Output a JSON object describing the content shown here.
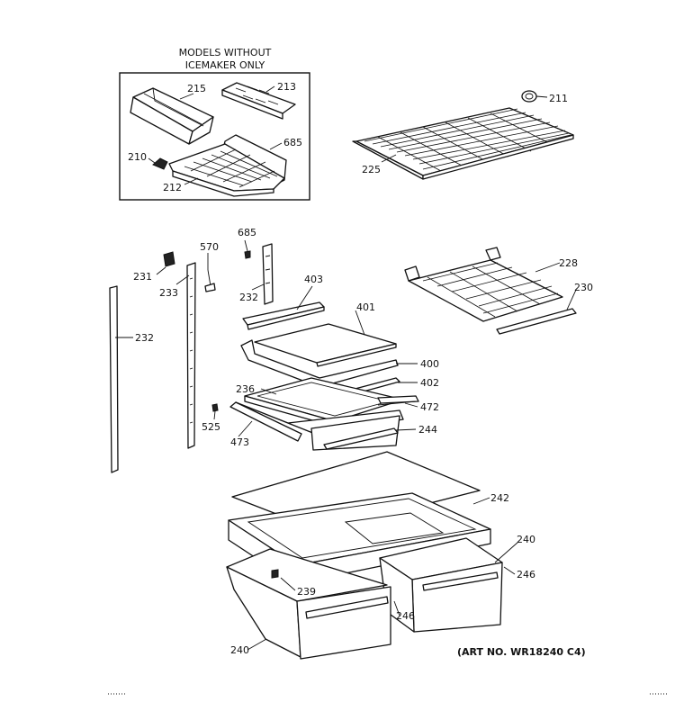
{
  "header": {
    "line1": "MODELS WITHOUT",
    "line2": "ICEMAKER ONLY"
  },
  "art_number": "(ART NO. WR18240 C4)",
  "parts": {
    "p215": "215",
    "p213": "213",
    "p685_box": "685",
    "p210": "210",
    "p212": "212",
    "p211": "211",
    "p225": "225",
    "p685": "685",
    "p570": "570",
    "p231": "231",
    "p233": "233",
    "p232_upper": "232",
    "p232_left": "232",
    "p403": "403",
    "p401": "401",
    "p400": "400",
    "p402": "402",
    "p236": "236",
    "p472": "472",
    "p525": "525",
    "p473": "473",
    "p244": "244",
    "p228": "228",
    "p230": "230",
    "p242": "242",
    "p240_right": "240",
    "p246_right": "246",
    "p239": "239",
    "p246_mid": "246",
    "p240_left": "240"
  }
}
